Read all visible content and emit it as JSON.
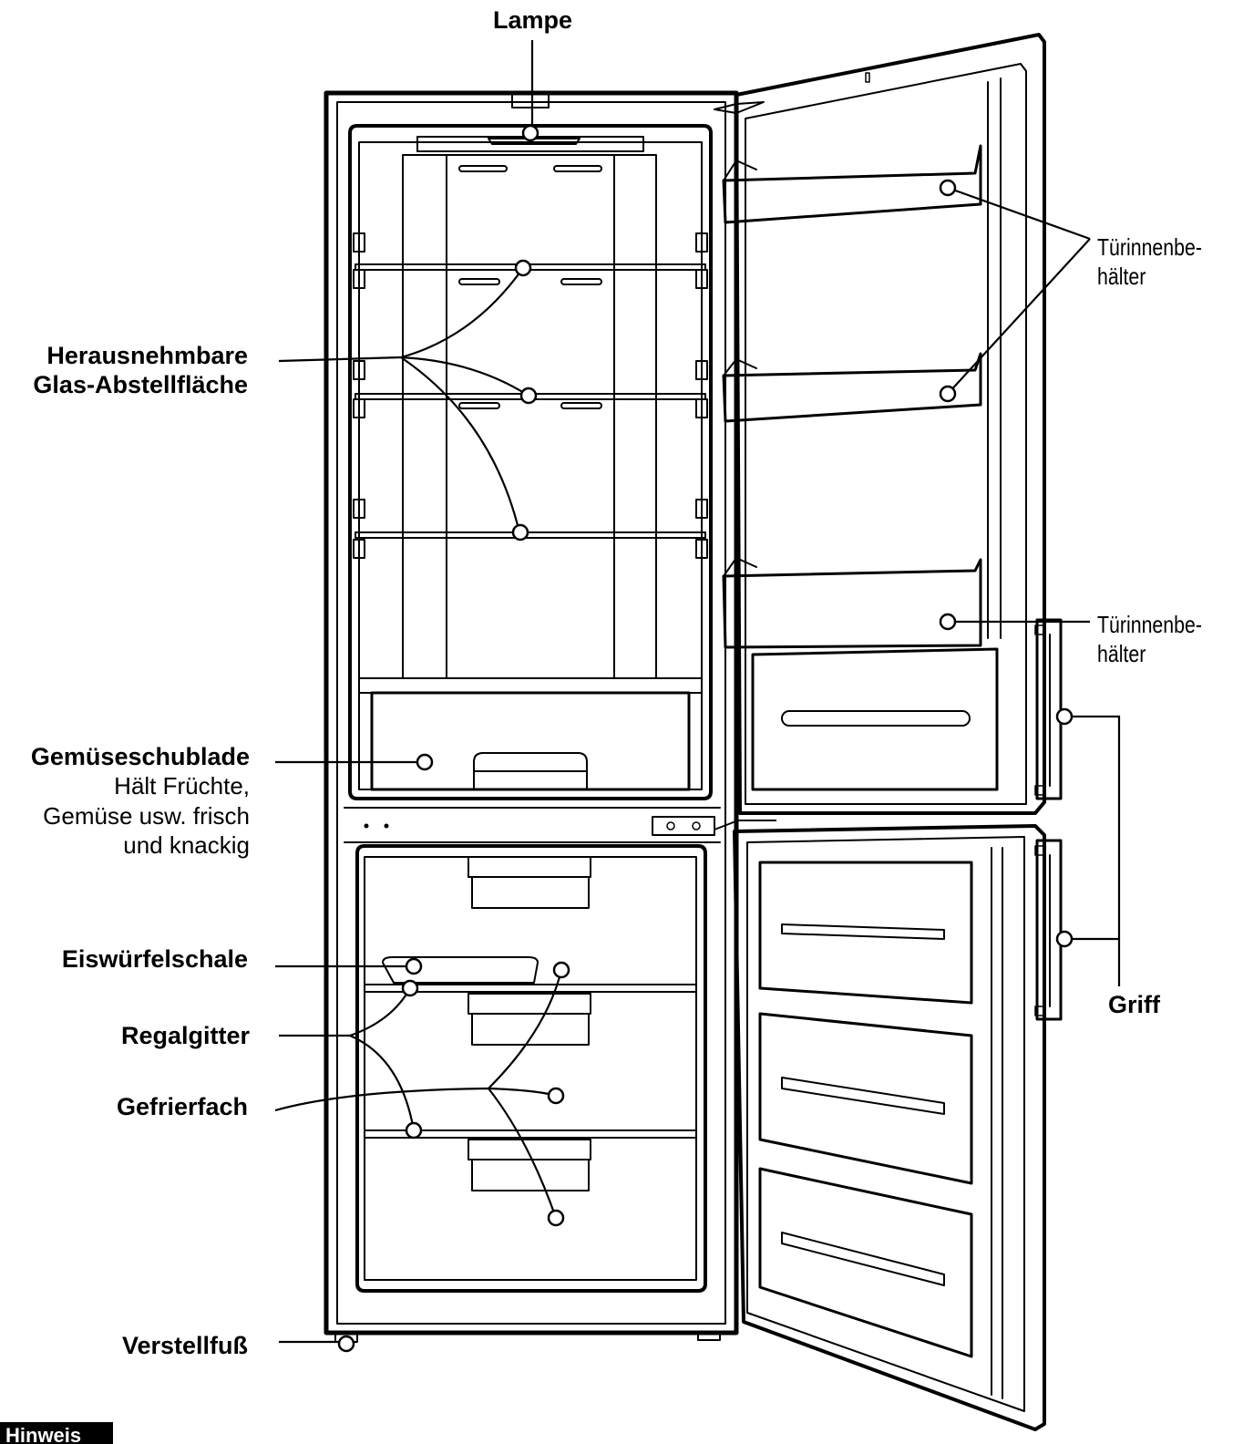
{
  "labels": {
    "lampe": "Lampe",
    "glas_line1": "Herausnehmbare",
    "glas_line2": "Glas-Abstellfläche",
    "tuer1_line1": "Türinnenbe-",
    "tuer1_line2": "hälter",
    "tuer2_line1": "Türinnenbe-",
    "tuer2_line2": "hälter",
    "gemuese_title": "Gemüseschublade",
    "gemuese_desc1": "Hält Früchte,",
    "gemuese_desc2": "Gemüse usw. frisch",
    "gemuese_desc3": "und knackig",
    "eiswuerfel": "Eiswürfelschale",
    "regalgitter": "Regalgitter",
    "gefrierfach": "Gefrierfach",
    "griff": "Griff",
    "verstellfuss": "Verstellfuß",
    "hinweis": "Hinweis"
  },
  "colors": {
    "line": "#000000",
    "background": "#ffffff"
  }
}
